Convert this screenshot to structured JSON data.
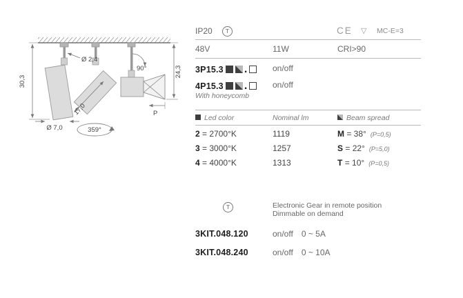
{
  "drawing": {
    "dim_height_left": "30,3",
    "dim_stem_diameter": "Ø 2,4",
    "dim_head_angle": "90°",
    "dim_height_right": "24,3",
    "dim_body_length": "17,0",
    "dim_base_diameter": "Ø 7,0",
    "dim_rotation": "359°",
    "label_direction": "P"
  },
  "header": {
    "ip_rating": "IP20",
    "remote_symbol": "T",
    "ce_mark": "CE",
    "cert_triangle": "▽",
    "mc_code": "MC-E=3",
    "voltage": "48V",
    "wattage": "11W",
    "cri": "CRI>90"
  },
  "products": [
    {
      "code": "3P15.3",
      "sep": ".",
      "control": "on/off"
    },
    {
      "code": "4P15.3",
      "sep": ".",
      "control": "on/off"
    }
  ],
  "honeycomb_note": "With honeycomb",
  "table": {
    "led_color_header": "Led color",
    "nominal_lm_header": "Nominal lm",
    "beam_spread_header": "Beam spread",
    "rows": [
      {
        "color_key": "2",
        "color_val": "= 2700°K",
        "lm": "1119",
        "beam_key": "M",
        "beam_val": "= 38°",
        "beam_note": "(P=0,5)"
      },
      {
        "color_key": "3",
        "color_val": "= 3000°K",
        "lm": "1257",
        "beam_key": "S",
        "beam_val": "= 22°",
        "beam_note": "(P=5,0)"
      },
      {
        "color_key": "4",
        "color_val": "= 4000°K",
        "lm": "1313",
        "beam_key": "T",
        "beam_val": "= 10°",
        "beam_note": "(P=0,5)"
      }
    ]
  },
  "gear": {
    "remote_symbol": "T",
    "note_line1": "Electronic Gear in remote position",
    "note_line2": "Dimmable on demand",
    "kits": [
      {
        "code": "3KIT.048.120",
        "control": "on/off",
        "range": "0 ~ 5A"
      },
      {
        "code": "3KIT.048.240",
        "control": "on/off",
        "range": "0 ~ 10A"
      }
    ]
  },
  "colors": {
    "accent_dark": "#3f3f3f",
    "text_secondary": "#6b6b6b",
    "line": "#b8b8b8"
  }
}
